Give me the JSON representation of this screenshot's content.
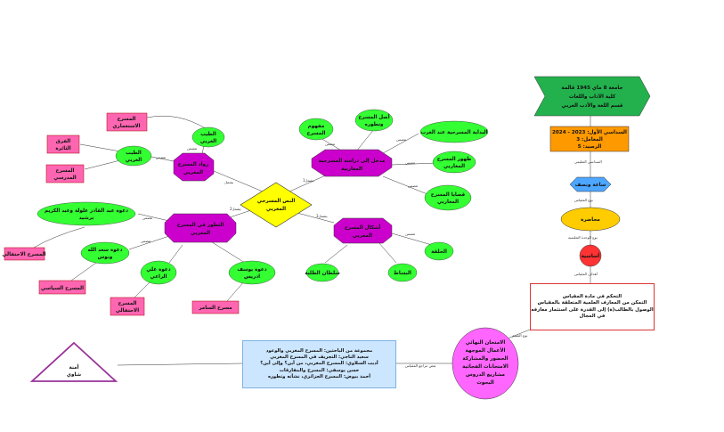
{
  "center": {
    "label": [
      "النص المسرحي",
      "المغربي"
    ]
  },
  "branches": {
    "roots": {
      "label": [
        "رواد المسرح",
        "المغربي"
      ]
    },
    "study": {
      "label": [
        "مدخل إلى دراسة المسرحية",
        "المغاربية"
      ]
    },
    "development": {
      "label": [
        "التطور في المسرح",
        "المغربي"
      ]
    },
    "forms": {
      "label": [
        "أشكال المسرح",
        "المغربي"
      ]
    }
  },
  "leaves": {
    "tayeb_left": [
      "الطيب",
      "العربي"
    ],
    "tayeb_right": [
      "الطيب",
      "العربي"
    ],
    "colonial_theatre": [
      "المسرح",
      "الاستعماري"
    ],
    "ultra": [
      "الفرق",
      "الثائرة"
    ],
    "school_theatre": [
      "المسرح",
      "المدرسي"
    ],
    "concept": [
      "مفهوم",
      "المسرح"
    ],
    "origin": [
      "أصل المسرح",
      "وتطوره"
    ],
    "arab_beginnings": [
      "البداية المسرحية عند العرب"
    ],
    "emergence": [
      "ظهور المسرح",
      "المغاربي"
    ],
    "issues": [
      "قضايا المسرح",
      "المغاربي"
    ],
    "call_abdelkader": [
      "دعوة عبد القادر علولة وعبد الكريم",
      "برشيد"
    ],
    "festive_theatre": [
      "المسرح الاحتفالي"
    ],
    "call_saad": [
      "دعوة سعد الله",
      "ونوس"
    ],
    "political_theatre": [
      "المسرح السياسي"
    ],
    "call_ali": [
      "دعوة علي",
      "الراعي"
    ],
    "epic_theatre": [
      "المسرح",
      "الاحتفالي"
    ],
    "call_youssef": [
      "دعوة يوسف",
      "ادريس"
    ],
    "samer_theatre": [
      "مسرح السامر"
    ],
    "halqa": [
      "الحلقة"
    ],
    "bsat": [
      "البساط"
    ],
    "sultan_talba": [
      "سلطان الطلبة"
    ]
  },
  "edge_labels": {
    "contains": "تتضمن",
    "includes": "يشمل",
    "includes_1": "يشمل1",
    "includes_2": "يشمل2",
    "includes_3": "يشمل3",
    "includes_4": "يشمل4",
    "approach": "مقاربة",
    "wording": "مقاربة بالمقياس",
    "semester": "السداسي التعليمي",
    "type": "نوع المقياس",
    "unit_type": "نوع الوحدة التعليمية",
    "objectives": "أهداف المقياس",
    "eval": "نوع التقييم",
    "refs": "بعض مراجع المقياس"
  },
  "header": {
    "university": "جامعة 8 ماي 1945 قالمة",
    "faculty": "كلية الآداب واللغات",
    "department": "قسم اللغة والأدب العربي"
  },
  "course": {
    "semester": "السداسي الأول: 2023 - 2024",
    "coefficient": "المعامل: 3",
    "credits": "الرصيد: 5"
  },
  "hours": "ساعة ونصف",
  "lecture": "محاضرة",
  "unit": "أساسية",
  "objectives": [
    "التحكم في مادة المقياس",
    "التمكن من المعارف العلمية المتعلقة بالمقياس",
    "الوصول بالطالب(ة) إلى القدرة على استثمار معارفه في المجال"
  ],
  "evaluation": [
    "الامتحان النهائي",
    "الأعمال الموجهة",
    "الحضور والمشاركة",
    "الامتحانات الفجائية",
    "مشاريع الدروس",
    "البحوث"
  ],
  "references": [
    "مجموعة من الباحثين: المسرح المغربي والوعود",
    "سعيد الناجي: التجريف في المسرح المغربي",
    "أديب السلاوي: المسرح المغربي، من أين؟ وإلى أين؟",
    "حسن يوسفي: المسرح والمفارقات",
    "أحمد بيوض: المسرح الجزائري، نشأته وتطوره"
  ],
  "author": [
    "أمنة",
    "شاوي"
  ],
  "colors": {
    "leaf_green": "#33ff33",
    "pink_box": "#ff66b2",
    "purple_hex": "#cc00cc",
    "center_yellow": "#ffff00",
    "header_green": "#22b14c",
    "course_orange": "#ff9900",
    "hours_blue": "#4da6ff",
    "lecture_yellow": "#ffcc00",
    "unit_red": "#ff3333",
    "eval_pink": "#ff66ff",
    "refs_blue": "#cce6ff",
    "author_purple": "#993399"
  }
}
